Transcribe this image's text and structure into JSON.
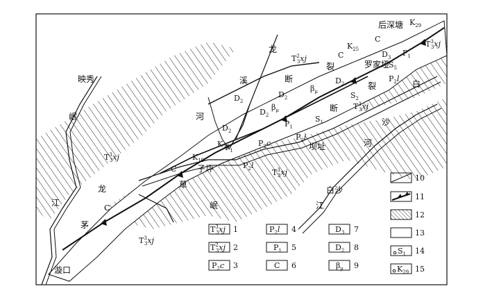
{
  "place_labels": {
    "yingxiu": "映秀",
    "xuankou": "漩口",
    "baisha": "白沙",
    "bazhi": "坝址",
    "ziping": "子坪",
    "luojiaya": "罗家垭",
    "houshentang": "后深塘"
  },
  "river_labels": {
    "min": "岷",
    "jiang1": "江",
    "jiang2": "江",
    "min2": "岷",
    "he1": "河",
    "he2": "河",
    "bai": "白",
    "sha": "沙",
    "long1": "龙",
    "xi": "溪",
    "long2": "龙",
    "mao": "茅"
  },
  "fault_labels": {
    "lie1": "裂",
    "duan1": "断",
    "lie2": "裂",
    "duan2": "断",
    "tiger": "草"
  },
  "unit_labels": {
    "t3xj": "T",
    "t3xj_sup": "3",
    "t3xj_sub": "3",
    "t3xj_tail": "xj",
    "t2_sup": "2",
    "c": "C",
    "d2": "D",
    "d2_sub": "2",
    "d3": "D",
    "d3_sub": "3",
    "p1": "P",
    "p1_sub": "1",
    "p2l": "P",
    "p2l_sub": "2",
    "p2l_tail": "l",
    "p2c": "P",
    "p2c_sub": "2",
    "p2c_tail": "c",
    "s1": "S",
    "s1_sub": "1",
    "s2": "S",
    "s2_sub": "2",
    "s5": "S",
    "s5_sub": "5",
    "bmu": "β",
    "bmu_sub": "μ",
    "k19": "K",
    "k19_sub": "19",
    "k21": "K",
    "k21_sub": "21",
    "k25": "K",
    "k25_sub": "25",
    "k29": "K",
    "k29_sub": "29"
  },
  "legend": {
    "items": [
      {
        "code": "T",
        "sup": "3",
        "sub": "3",
        "tail": "xj",
        "num": "1"
      },
      {
        "code": "T",
        "sup": "2",
        "sub": "3",
        "tail": "xj",
        "num": "2"
      },
      {
        "code": "P",
        "sub": "2",
        "tail": "c",
        "num": "3"
      },
      {
        "code": "P",
        "sub": "2",
        "tail": "l",
        "num": "4"
      },
      {
        "code": "P",
        "sub": "1",
        "tail": "",
        "num": "5"
      },
      {
        "code": "C",
        "sub": "",
        "tail": "",
        "num": "6"
      },
      {
        "code": "D",
        "sub": "3",
        "tail": "",
        "num": "7"
      },
      {
        "code": "D",
        "sub": "2",
        "tail": "",
        "num": "8"
      },
      {
        "code": "β",
        "sub": "μ",
        "tail": "",
        "num": "9"
      },
      {
        "num": "10"
      },
      {
        "num": "11"
      },
      {
        "num": "12"
      },
      {
        "num": "13"
      },
      {
        "code": "S",
        "sub": "1",
        "tail": "",
        "num": "14"
      },
      {
        "code": "K",
        "sub": "29",
        "tail": "",
        "num": "15"
      }
    ]
  }
}
